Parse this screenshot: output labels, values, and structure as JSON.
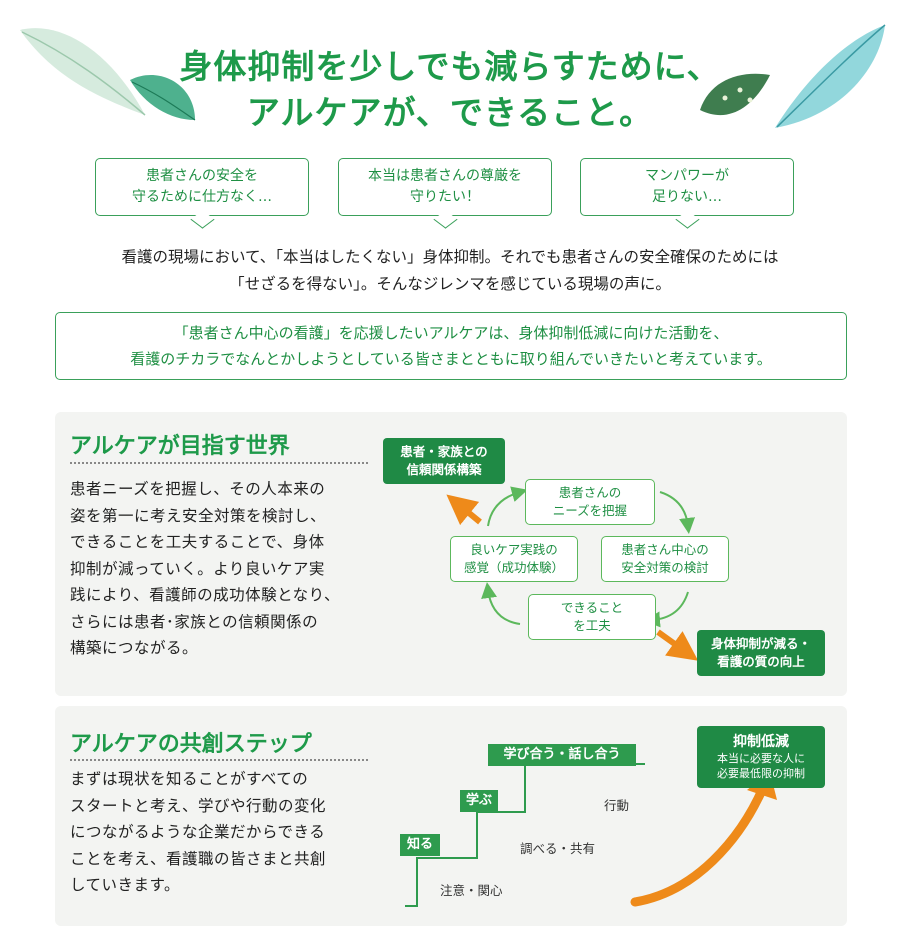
{
  "title": {
    "line1": "身体抑制を少しでも減らすために、",
    "line2": "アルケアが、できること。"
  },
  "bubbles": [
    {
      "line1": "患者さんの安全を",
      "line2": "守るために仕方なく…"
    },
    {
      "line1": "本当は患者さんの尊厳を",
      "line2": "守りたい！"
    },
    {
      "line1": "マンパワーが",
      "line2": "足りない…"
    }
  ],
  "intro": {
    "line1": "看護の現場において、「本当はしたくない」身体抑制。それでも患者さんの安全確保のためには",
    "line2": "「せざるを得ない」。そんなジレンマを感じている現場の声に。"
  },
  "message": {
    "line1": "「患者さん中心の看護」を応援したいアルケアは、身体抑制低減に向けた活動を、",
    "line2": "看護のチカラでなんとかしようとしている皆さまとともに取り組んでいきたいと考えています。"
  },
  "section1": {
    "heading": "アルケアが目指す世界",
    "body": [
      "患者ニーズを把握し、その人本来の",
      "姿を第一に考え安全対策を検討し、",
      "できることを工夫することで、身体",
      "抑制が減っていく。より良いケア実",
      "践により、看護師の成功体験となり、",
      "さらには患者･家族との信頼関係の",
      "構築につながる。"
    ],
    "diagram": {
      "trust": {
        "line1": "患者・家族との",
        "line2": "信頼関係構築"
      },
      "needs": {
        "line1": "患者さんの",
        "line2": "ニーズを把握"
      },
      "safety": {
        "line1": "患者さん中心の",
        "line2": "安全対策の検討"
      },
      "can": {
        "line1": "できること",
        "line2": "を工夫"
      },
      "good": {
        "line1": "良いケア実践の",
        "line2": "感覚（成功体験）"
      },
      "result": {
        "line1": "身体抑制が減る・",
        "line2": "看護の質の向上"
      }
    }
  },
  "section2": {
    "heading": "アルケアの共創ステップ",
    "body": [
      "まずは現状を知ることがすべての",
      "スタートと考え、学びや行動の変化",
      "につながるような企業だからできる",
      "ことを考え、看護職の皆さまと共創",
      "していきます。"
    ],
    "steps": {
      "know": "知る",
      "learn": "学ぶ",
      "share": "学び合う・話し合う",
      "attention": "注意・関心",
      "research": "調べる・共有",
      "action": "行動",
      "goal_title": "抑制低減",
      "goal_line1": "本当に必要な人に",
      "goal_line2": "必要最低限の抑制"
    }
  },
  "colors": {
    "accent": "#1e9a4a",
    "dark_green": "#1f8a45",
    "orange": "#ee8a1a",
    "panel": "#f3f4f2"
  }
}
